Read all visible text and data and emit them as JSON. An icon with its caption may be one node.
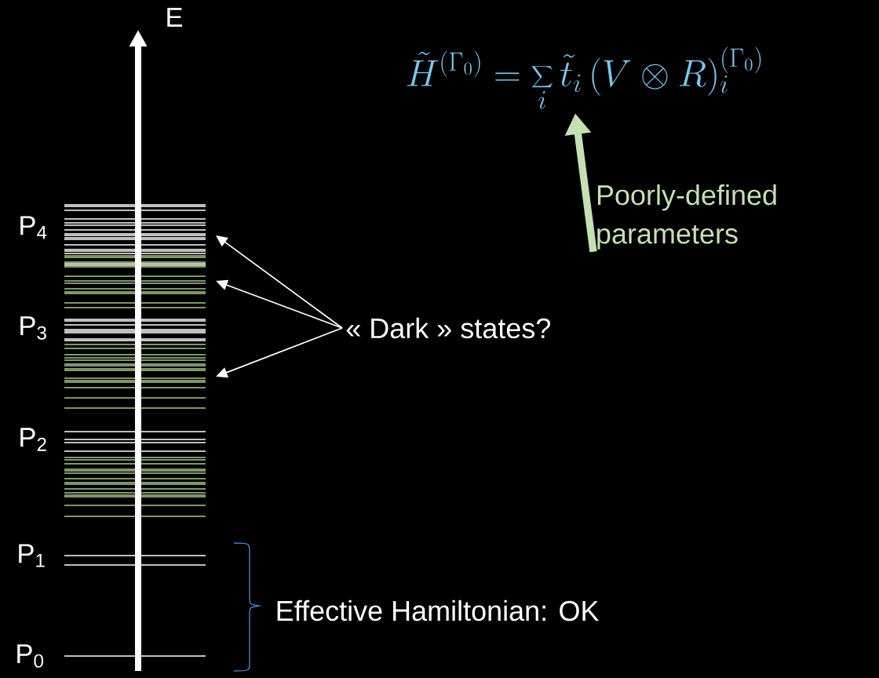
{
  "diagram": {
    "nodes": [
      {
        "text": [
          "\\tilde{H}^{(\\Gamma_0)} = \\sum_i \\tilde{t}_i\\, (V \\otimes R)_i^{(\\Gamma_0)}"
        ]
      },
      {
        "text": [
          "Poorly-defined parameters"
        ]
      },
      {
        "text": [
          "« Dark » states?"
        ]
      }
    ],
    "edges": [
      {
        "from": 1,
        "to": 0,
        "arrow": "to",
        "style": "thick",
        "color": "#c5e0b4"
      },
      {
        "from": 2,
        "to": null,
        "arrow": "to"
      },
      {
        "from": 2,
        "to": null,
        "arrow": "to"
      },
      {
        "from": 2,
        "to": null,
        "arrow": "to"
      }
    ],
    "labels": [
      "E",
      "P$_{4}$",
      "P$_{3}$",
      "P$_{2}$",
      "P$_{1}$",
      "P$_{0}$",
      "Effective Hamiltonian: OK"
    ]
  }
}
